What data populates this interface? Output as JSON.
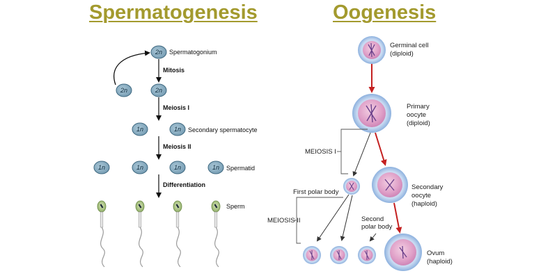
{
  "titles": {
    "left": "Spermatogenesis",
    "right": "Oogenesis"
  },
  "spermatogenesis": {
    "cell_2n": "2n",
    "cell_1n": "1n",
    "spermatogonium": "Spermatogonium",
    "mitosis": "Mitosis",
    "meiosis1": "Meiosis I",
    "secondary_spermatocyte": "Secondary spermatocyte",
    "meiosis2": "Meiosis II",
    "spermatid": "Spermatid",
    "differentiation": "Differentiation",
    "sperm": "Sperm"
  },
  "oogenesis": {
    "germinal_cell": [
      "Germinal cell",
      "(diploid)"
    ],
    "primary_oocyte": [
      "Primary",
      "oocyte",
      "(diploid)"
    ],
    "meiosis1": "MEIOSIS I",
    "first_polar_body": "First polar body",
    "secondary_oocyte": [
      "Secondary",
      "oocyte",
      "(haploid)"
    ],
    "meiosis2": "MEIOSIS II",
    "second_polar_body": [
      "Second",
      "polar body"
    ],
    "ovum": [
      "Ovum",
      "(haploid)"
    ]
  },
  "colors": {
    "title": "#a39a2e",
    "sperm_cell_fill": "#86a9bd",
    "sperm_cell_stroke": "#3e6880",
    "oocyte_fill": "#e1a8cc",
    "oocyte_ring": "#a9c6ea",
    "arrow_red": "#c42020"
  }
}
